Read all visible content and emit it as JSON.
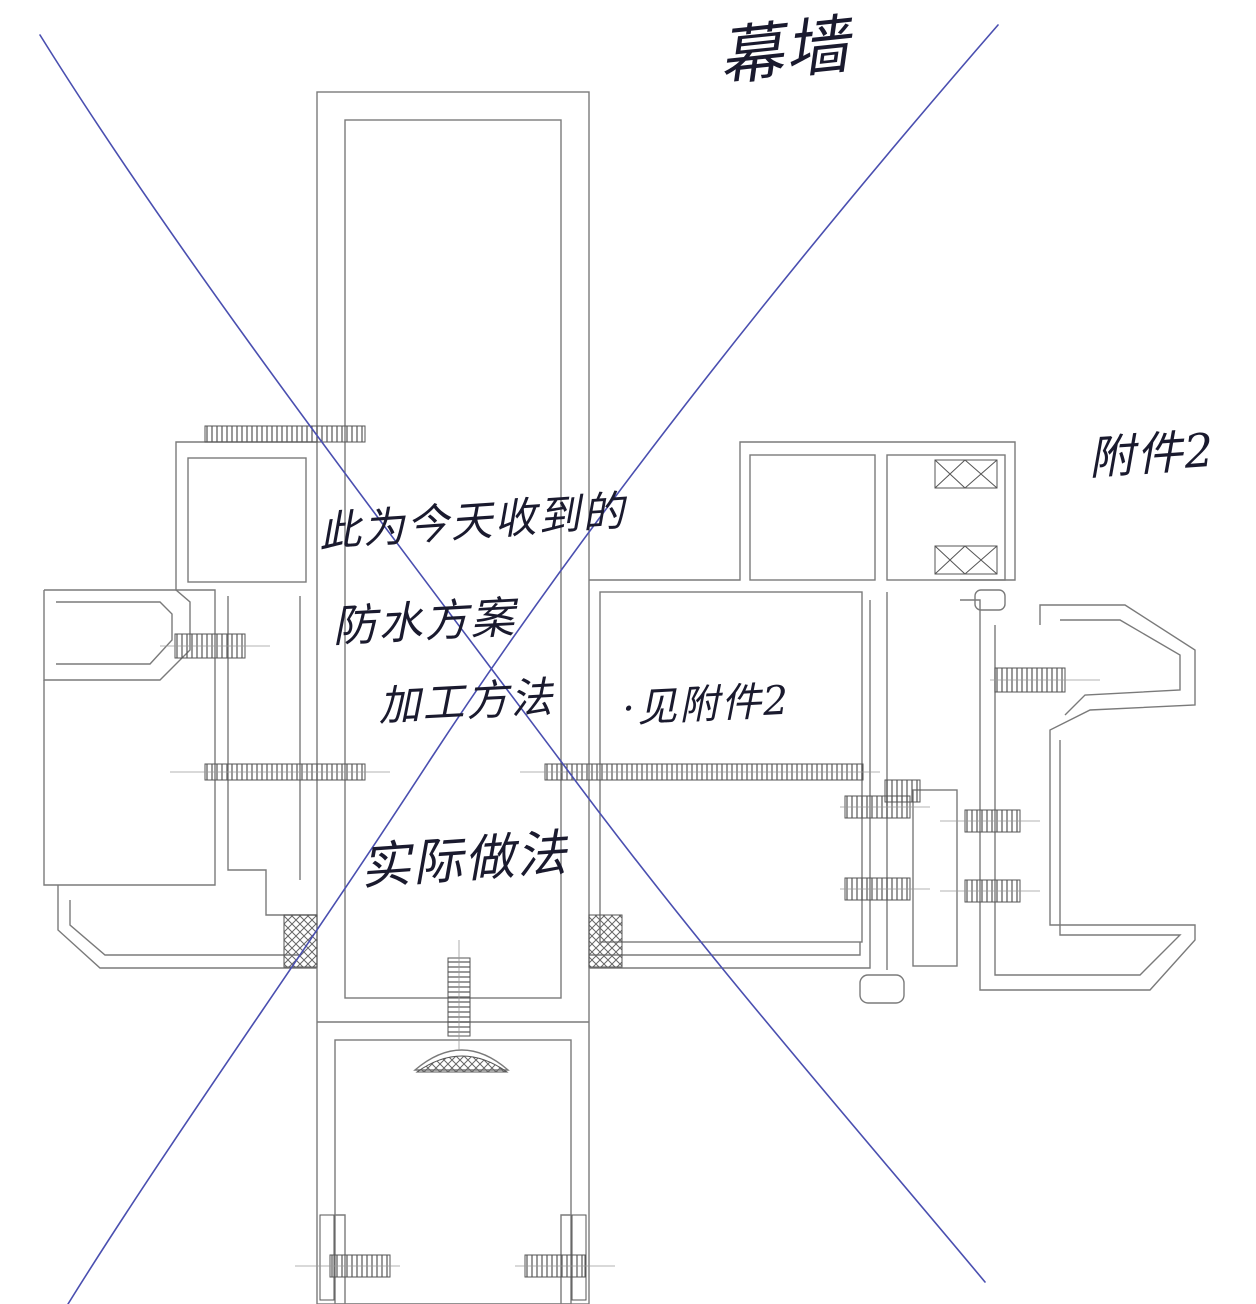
{
  "title": "幕墙",
  "annex_label": "附件2",
  "notes": {
    "line1": "此为今天收到的",
    "line2": "防水方案",
    "line3": "加工方法",
    "line4": "·见附件2",
    "line5": "实际做法"
  },
  "colors": {
    "drawing_line": "#7a7a7a",
    "drawing_dark": "#555555",
    "ink": "#4a4fb0",
    "hatch": "#666666"
  }
}
